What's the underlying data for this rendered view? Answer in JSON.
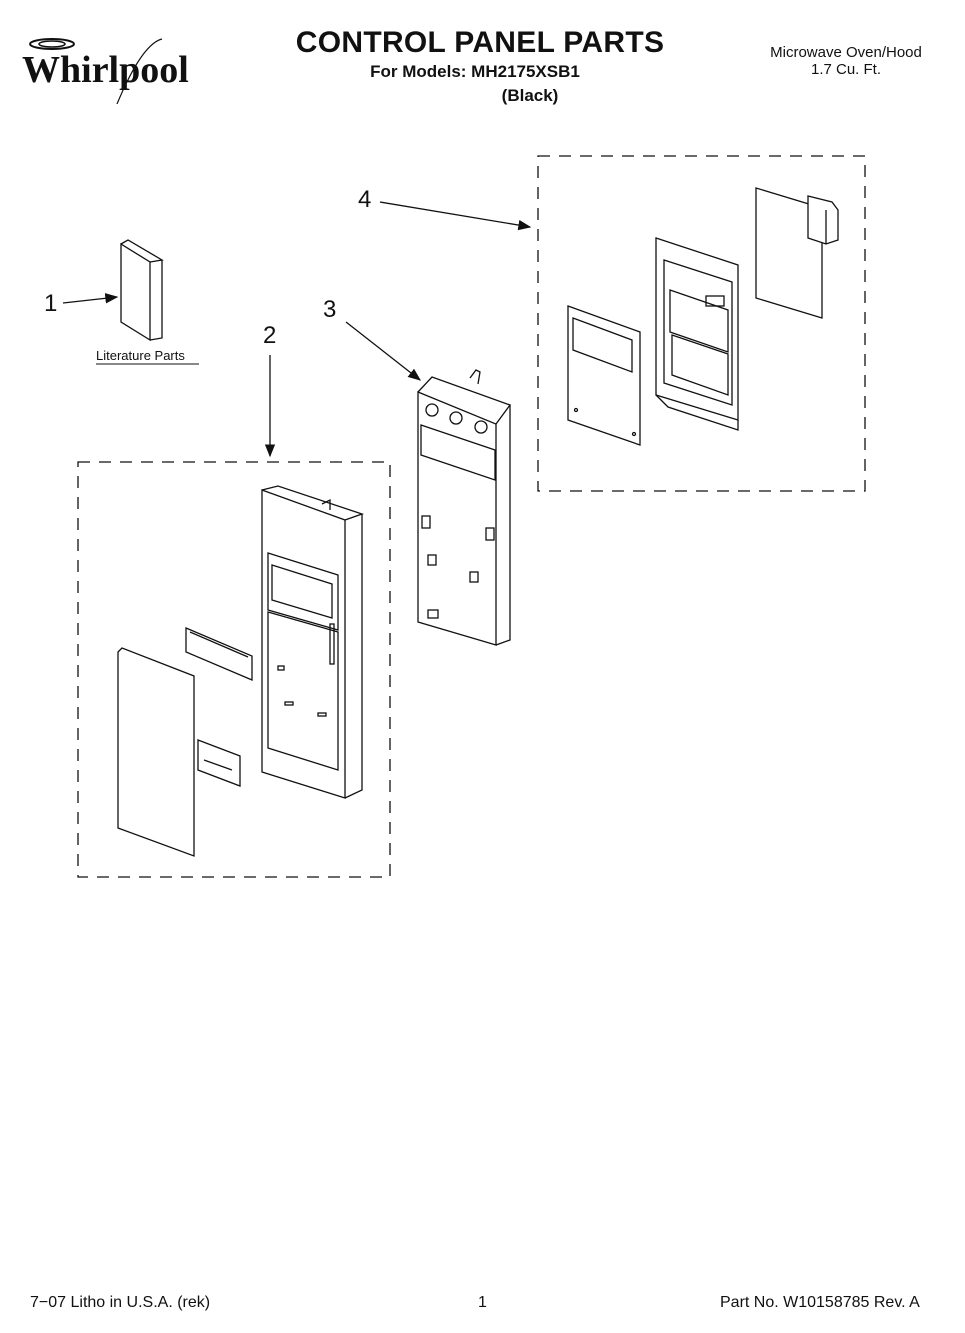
{
  "header": {
    "brand": "Whirlpool",
    "title": "CONTROL PANEL PARTS",
    "models_line": "For Models: MH2175XSB1",
    "color": "(Black)",
    "product_line1": "Microwave Oven/Hood",
    "product_line2": "1.7 Cu. Ft."
  },
  "callouts": {
    "c1": "1",
    "c2": "2",
    "c3": "3",
    "c4": "4",
    "literature_label": "Literature Parts"
  },
  "footer": {
    "litho": "7−07 Litho in U.S.A. (rek)",
    "page": "1",
    "part_no": "Part No. W10158785 Rev. A"
  },
  "colors": {
    "ink": "#111111",
    "paper": "#ffffff"
  }
}
